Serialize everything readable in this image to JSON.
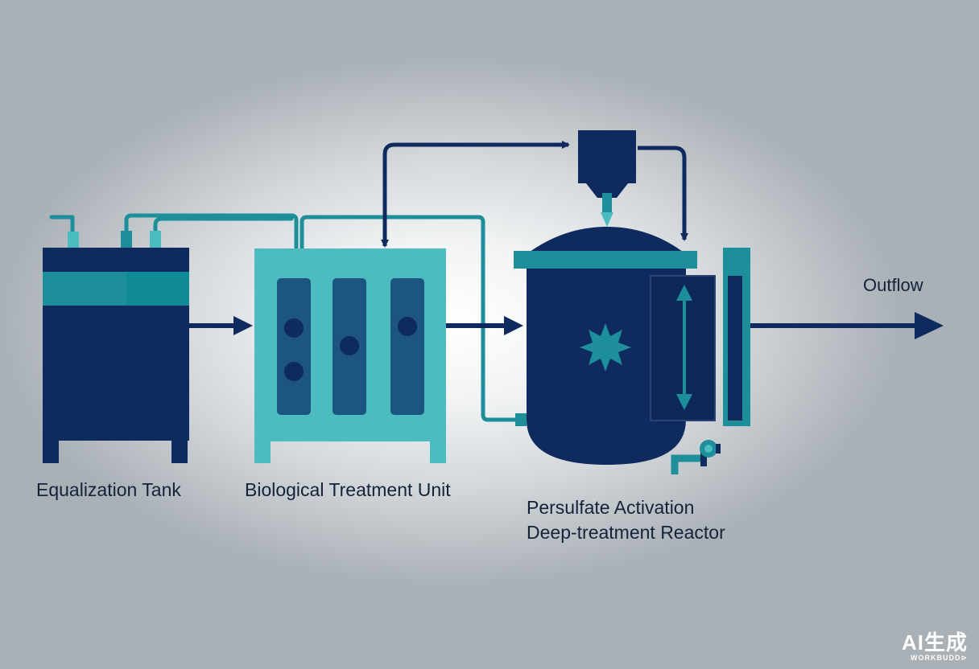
{
  "colors": {
    "navy": "#0f2a5e",
    "teal": "#1c8f9b",
    "teal_light": "#4cbcc0",
    "unit_inner": "#1c5680"
  },
  "labels": {
    "equalization_tank": "Equalization Tank",
    "biological_unit": "Biological Treatment Unit",
    "reactor_line1": "Persulfate Activation",
    "reactor_line2": "Deep-treatment Reactor",
    "outflow": "Outflow"
  },
  "icons": {
    "reactor_mark": "starburst-icon",
    "valve": "valve-icon",
    "dosing": "dosing-nozzle-icon"
  },
  "watermark": {
    "main": "AI生成",
    "sub": "WORKBUDD⊳"
  }
}
